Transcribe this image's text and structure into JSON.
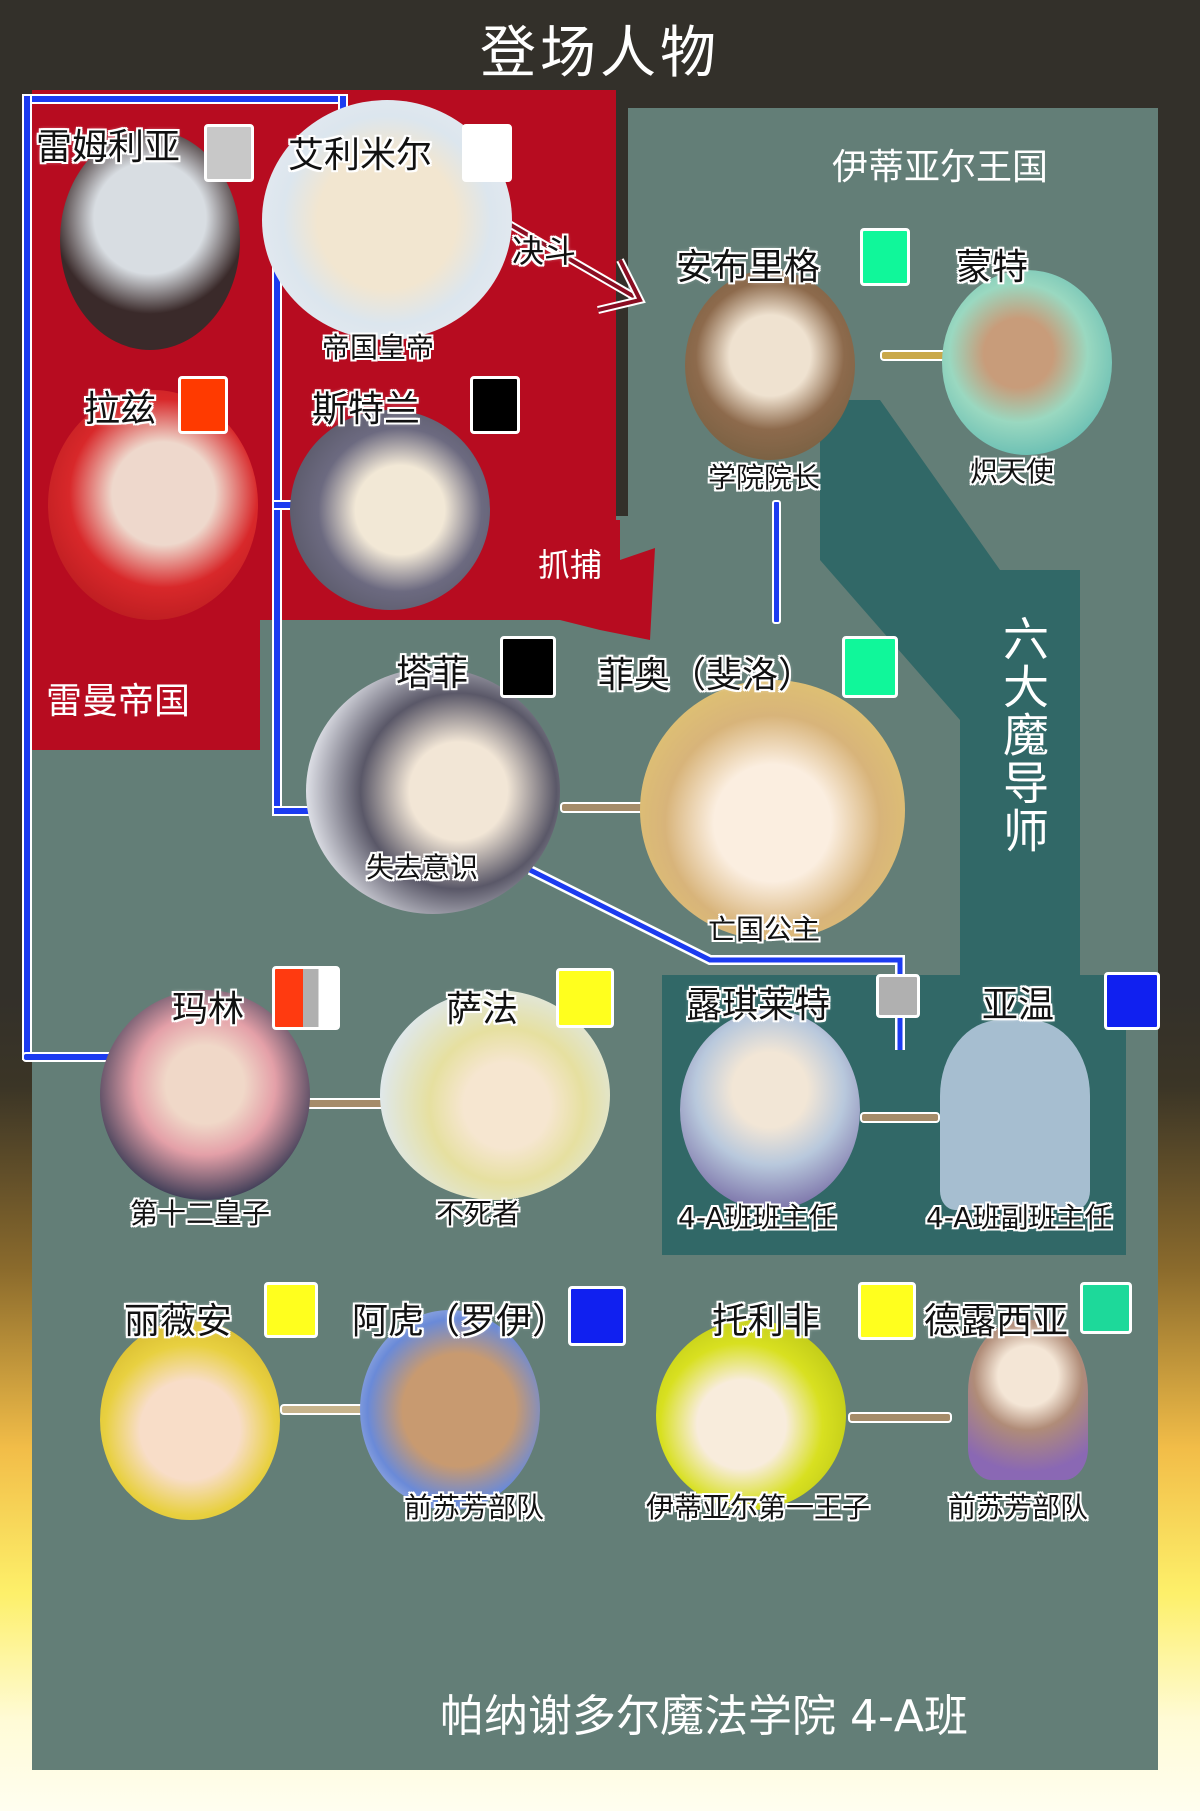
{
  "title": "登场人物",
  "regions": {
    "empire": {
      "label": "雷曼帝国",
      "color": "#b70c20"
    },
    "kingdom": {
      "label": "伊蒂亚尔王国",
      "color": "#637e77"
    },
    "six_mages": {
      "label": "六大魔导师",
      "color": "#316867"
    },
    "academy": {
      "label": "帕纳谢多尔魔法学院 4-A班",
      "color": "#637e77"
    }
  },
  "edges": {
    "duel": "决斗",
    "arrest": "抓捕"
  },
  "characters": [
    {
      "id": "remliya",
      "name": "雷姆利亚",
      "swatch": [
        "#c8c8c8"
      ],
      "role": ""
    },
    {
      "id": "elimir",
      "name": "艾利米尔",
      "swatch": [
        "#ffffff"
      ],
      "role": "帝国皇帝"
    },
    {
      "id": "raz",
      "name": "拉兹",
      "swatch": [
        "#ff3a00"
      ],
      "role": ""
    },
    {
      "id": "strand",
      "name": "斯特兰",
      "swatch": [
        "#000000"
      ],
      "role": ""
    },
    {
      "id": "ambrig",
      "name": "安布里格",
      "swatch": [
        "#10f79a"
      ],
      "role": "学院院长"
    },
    {
      "id": "mont",
      "name": "蒙特",
      "swatch": [],
      "role": "炽天使"
    },
    {
      "id": "taffy",
      "name": "塔菲",
      "swatch": [
        "#000000"
      ],
      "role": "失去意识"
    },
    {
      "id": "fio",
      "name": "菲奥（斐洛）",
      "swatch": [
        "#10f79a"
      ],
      "role": "亡国公主"
    },
    {
      "id": "marin",
      "name": "玛林",
      "swatch": [
        "#ff3a10",
        "#b0b0b0",
        "#ffffff"
      ],
      "role": "第十二皇子"
    },
    {
      "id": "sapha",
      "name": "萨法",
      "swatch": [
        "#ffff1e"
      ],
      "role": "不死者"
    },
    {
      "id": "luqilaite",
      "name": "露琪莱特",
      "swatch": [
        "#b0b0b0"
      ],
      "role": "4-A班班主任"
    },
    {
      "id": "yawen",
      "name": "亚温",
      "swatch": [
        "#1020f0"
      ],
      "role": "4-A班副班主任"
    },
    {
      "id": "liwei",
      "name": "丽薇安",
      "swatch": [
        "#ffff1e"
      ],
      "role": ""
    },
    {
      "id": "ahu",
      "name": "阿虎（罗伊）",
      "swatch": [
        "#1020f0"
      ],
      "role": "前苏芳部队"
    },
    {
      "id": "tolifei",
      "name": "托利非",
      "swatch": [
        "#ffff1e"
      ],
      "role": "伊蒂亚尔第一王子"
    },
    {
      "id": "delu",
      "name": "德露西亚",
      "swatch": [
        "#1dd99a"
      ],
      "role": "前苏芳部队"
    }
  ]
}
